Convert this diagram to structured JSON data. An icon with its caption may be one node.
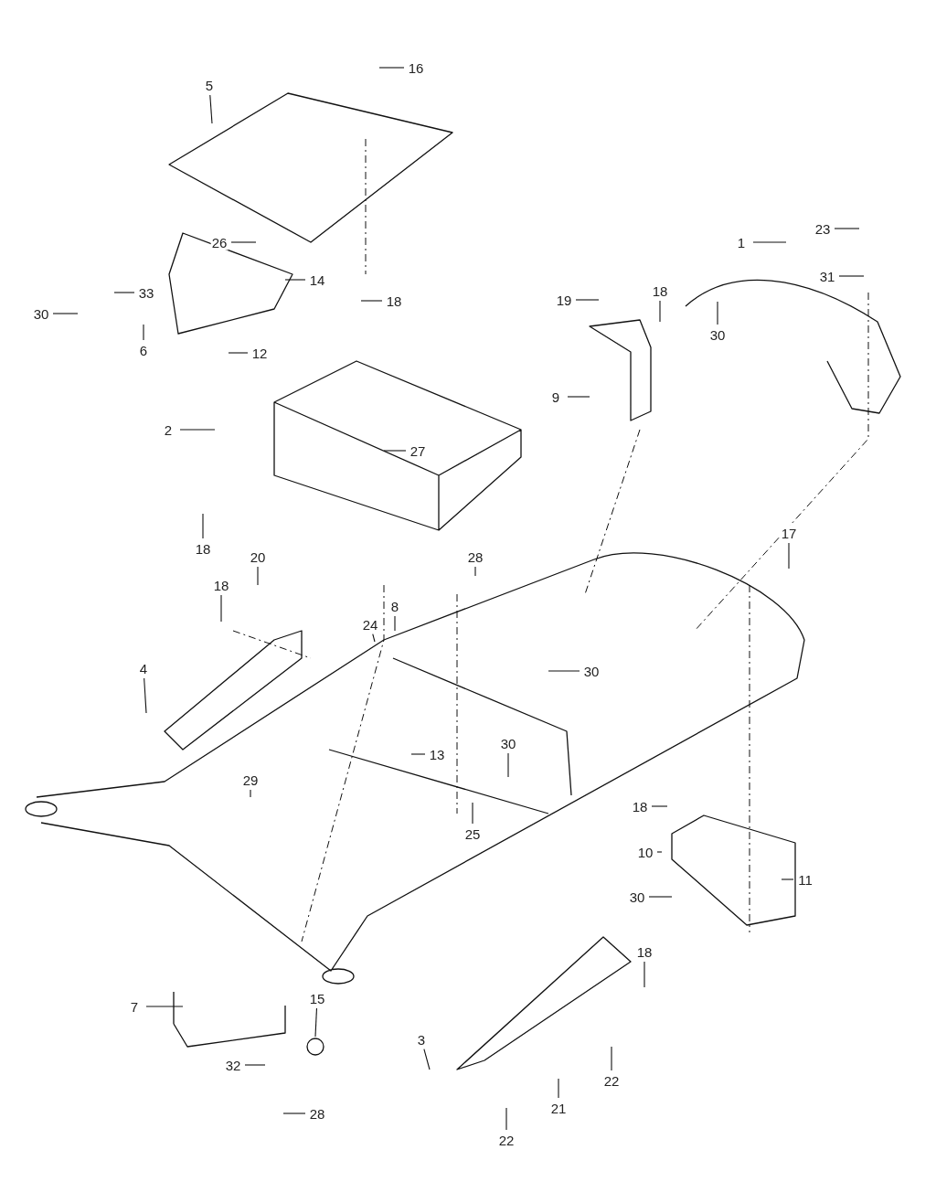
{
  "diagram": {
    "nodes": [
      {
        "text": [
          "16"
        ]
      },
      {
        "text": [
          "5"
        ]
      },
      {
        "text": [
          "23"
        ]
      },
      {
        "text": [
          "26"
        ]
      },
      {
        "text": [
          "1"
        ]
      },
      {
        "text": [
          "31"
        ]
      },
      {
        "text": [
          "14"
        ]
      },
      {
        "text": [
          "33"
        ]
      },
      {
        "text": [
          "18"
        ]
      },
      {
        "text": [
          "19"
        ]
      },
      {
        "text": [
          "18"
        ]
      },
      {
        "text": [
          "30"
        ]
      },
      {
        "text": [
          "30"
        ]
      },
      {
        "text": [
          "6"
        ]
      },
      {
        "text": [
          "12"
        ]
      },
      {
        "text": [
          "9"
        ]
      },
      {
        "text": [
          "2"
        ]
      },
      {
        "text": [
          "27"
        ]
      },
      {
        "text": [
          "17"
        ]
      },
      {
        "text": [
          "18"
        ]
      },
      {
        "text": [
          "20"
        ]
      },
      {
        "text": [
          "28"
        ]
      },
      {
        "text": [
          "18"
        ]
      },
      {
        "text": [
          "8"
        ]
      },
      {
        "text": [
          "24"
        ]
      },
      {
        "text": [
          "4"
        ]
      },
      {
        "text": [
          "30"
        ]
      },
      {
        "text": [
          "30"
        ]
      },
      {
        "text": [
          "13"
        ]
      },
      {
        "text": [
          "29"
        ]
      },
      {
        "text": [
          "18"
        ]
      },
      {
        "text": [
          "25"
        ]
      },
      {
        "text": [
          "10"
        ]
      },
      {
        "text": [
          "11"
        ]
      },
      {
        "text": [
          "30"
        ]
      },
      {
        "text": [
          "18"
        ]
      },
      {
        "text": [
          "15"
        ]
      },
      {
        "text": [
          "7"
        ]
      },
      {
        "text": [
          "3"
        ]
      },
      {
        "text": [
          "32"
        ]
      },
      {
        "text": [
          "22"
        ]
      },
      {
        "text": [
          "21"
        ]
      },
      {
        "text": [
          "28"
        ]
      },
      {
        "text": [
          "22"
        ]
      }
    ],
    "edges": [
      {
        "from": 0,
        "to": null,
        "arrow": "none"
      },
      {
        "from": 1,
        "to": null,
        "arrow": "none"
      },
      {
        "from": 2,
        "to": null,
        "arrow": "none"
      },
      {
        "from": 3,
        "to": null,
        "arrow": "none"
      },
      {
        "from": 4,
        "to": null,
        "arrow": "none"
      },
      {
        "from": 5,
        "to": null,
        "arrow": "none"
      },
      {
        "from": 6,
        "to": null,
        "arrow": "none"
      },
      {
        "from": 7,
        "to": null,
        "arrow": "none"
      },
      {
        "from": 8,
        "to": null,
        "arrow": "none"
      },
      {
        "from": 9,
        "to": null,
        "arrow": "none"
      },
      {
        "from": 10,
        "to": null,
        "arrow": "none"
      },
      {
        "from": 11,
        "to": null,
        "arrow": "none"
      },
      {
        "from": 12,
        "to": null,
        "arrow": "none"
      },
      {
        "from": 13,
        "to": null,
        "arrow": "none"
      },
      {
        "from": 14,
        "to": null,
        "arrow": "none"
      },
      {
        "from": 15,
        "to": null,
        "arrow": "none"
      },
      {
        "from": 16,
        "to": null,
        "arrow": "none"
      },
      {
        "from": 17,
        "to": null,
        "arrow": "none"
      },
      {
        "from": 18,
        "to": null,
        "arrow": "none"
      },
      {
        "from": 19,
        "to": null,
        "arrow": "none"
      },
      {
        "from": 20,
        "to": null,
        "arrow": "none"
      },
      {
        "from": 21,
        "to": null,
        "arrow": "none"
      },
      {
        "from": 22,
        "to": null,
        "arrow": "none"
      },
      {
        "from": 23,
        "to": null,
        "arrow": "none"
      },
      {
        "from": 24,
        "to": null,
        "arrow": "none"
      },
      {
        "from": 25,
        "to": null,
        "arrow": "none"
      },
      {
        "from": 26,
        "to": null,
        "arrow": "none"
      },
      {
        "from": 27,
        "to": null,
        "arrow": "none"
      },
      {
        "from": 28,
        "to": null,
        "arrow": "none"
      },
      {
        "from": 29,
        "to": null,
        "arrow": "none"
      },
      {
        "from": 30,
        "to": null,
        "arrow": "none"
      },
      {
        "from": 31,
        "to": null,
        "arrow": "none"
      },
      {
        "from": 32,
        "to": null,
        "arrow": "none"
      },
      {
        "from": 33,
        "to": null,
        "arrow": "none"
      },
      {
        "from": 34,
        "to": null,
        "arrow": "none"
      },
      {
        "from": 35,
        "to": null,
        "arrow": "none"
      },
      {
        "from": 36,
        "to": null,
        "arrow": "none"
      },
      {
        "from": 37,
        "to": null,
        "arrow": "none"
      },
      {
        "from": 38,
        "to": null,
        "arrow": "none"
      },
      {
        "from": 39,
        "to": null,
        "arrow": "none"
      },
      {
        "from": 40,
        "to": null,
        "arrow": "none"
      },
      {
        "from": 41,
        "to": null,
        "arrow": "none"
      },
      {
        "from": 42,
        "to": null,
        "arrow": "none"
      },
      {
        "from": 43,
        "to": null,
        "arrow": "none"
      }
    ]
  }
}
